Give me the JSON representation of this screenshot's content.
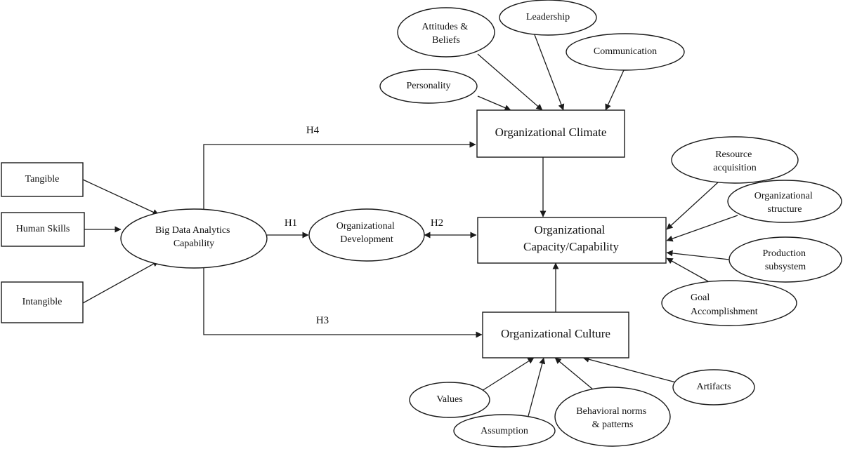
{
  "nodes": {
    "tangible": [
      "Tangible"
    ],
    "human_skills": [
      "Human Skills"
    ],
    "intangible": [
      "Intangible"
    ],
    "bdac": [
      "Big Data Analytics",
      "Capability"
    ],
    "org_development": [
      "Organizational",
      "Development"
    ],
    "org_climate": [
      "Organizational Climate"
    ],
    "org_capacity": [
      "Organizational",
      "Capacity/Capability"
    ],
    "org_culture": [
      "Organizational Culture"
    ],
    "personality": [
      "Personality"
    ],
    "attitudes": [
      "Attitudes &",
      "Beliefs"
    ],
    "leadership": [
      "Leadership"
    ],
    "communication": [
      "Communication"
    ],
    "resource": [
      "Resource",
      "acquisition"
    ],
    "org_structure": [
      "Organizational",
      "structure"
    ],
    "production": [
      "Production",
      "subsystem"
    ],
    "goal": [
      "Goal",
      "Accomplishment"
    ],
    "values": [
      "Values"
    ],
    "assumption": [
      "Assumption"
    ],
    "behavioral": [
      "Behavioral norms",
      "& patterns"
    ],
    "artifacts": [
      "Artifacts"
    ]
  },
  "hypotheses": {
    "h1": "H1",
    "h2": "H2",
    "h3": "H3",
    "h4": "H4"
  },
  "colors": {
    "stroke": "#1a1a1a",
    "background": "#ffffff"
  }
}
